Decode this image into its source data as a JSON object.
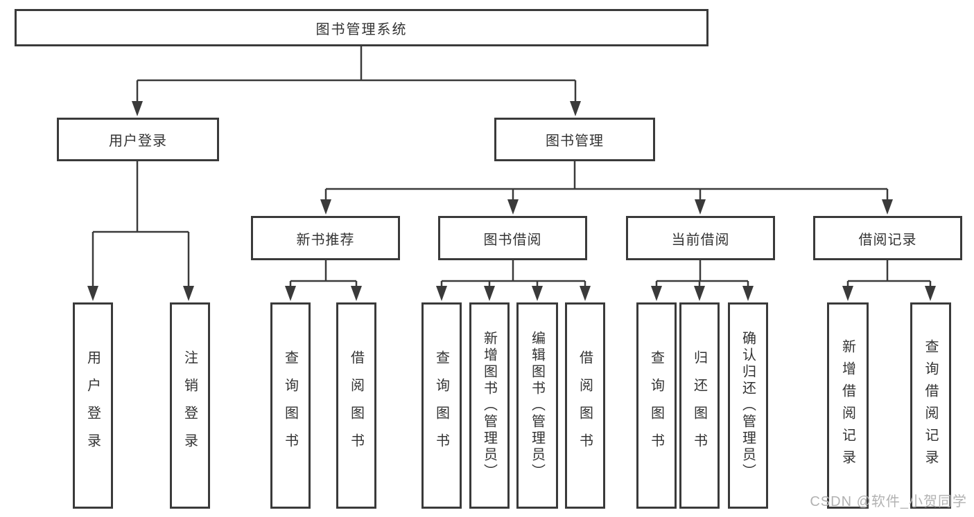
{
  "diagram": {
    "root": {
      "label": "图书管理系统"
    },
    "level2": [
      {
        "label": "用户登录"
      },
      {
        "label": "图书管理"
      }
    ],
    "login_children": [
      "用户登录",
      "注销登录"
    ],
    "modules": [
      {
        "label": "新书推荐",
        "children": [
          "查询图书",
          "借阅图书"
        ]
      },
      {
        "label": "图书借阅",
        "children": [
          "查询图书",
          "新增图书（管理员）",
          "编辑图书（管理员）",
          "借阅图书"
        ]
      },
      {
        "label": "当前借阅",
        "children": [
          "查询图书",
          "归还图书",
          "确认归还（管理员）"
        ]
      },
      {
        "label": "借阅记录",
        "children": [
          "新增借阅记录",
          "查询借阅记录"
        ]
      }
    ]
  },
  "watermark": {
    "text": "CSDN @软件_小贺同学"
  },
  "colors": {
    "line": "#3a3a3a",
    "text": "#333333",
    "watermark": "#b2b2b2",
    "background": "#ffffff"
  }
}
